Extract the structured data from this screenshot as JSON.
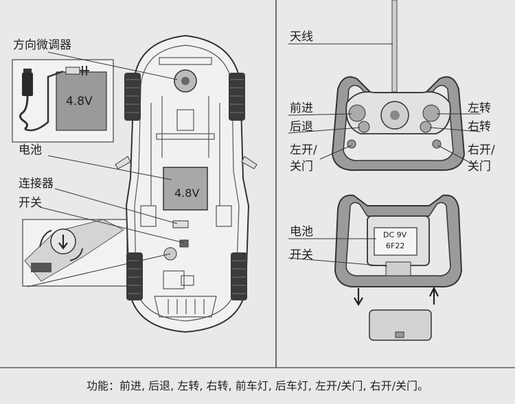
{
  "left_panel": {
    "trim_label": "方向微调器",
    "battery_label": "电池",
    "connector_label": "连接器",
    "switch_label": "开关",
    "charger_battery_text": "4.8V",
    "car_battery_text": "4.8V"
  },
  "right_panel": {
    "antenna_label": "天线",
    "forward_label": "前进",
    "backward_label": "后退",
    "left_door_label_1": "左开/",
    "left_door_label_2": "关门",
    "left_turn_label": "左转",
    "right_turn_label": "右转",
    "right_door_label_1": "右开/",
    "right_door_label_2": "关门",
    "remote_battery_label": "电池",
    "remote_switch_label": "开关",
    "battery_text_1": "DC 9V",
    "battery_text_2": "6F22"
  },
  "footer": {
    "features": "功能：前进, 后退, 左转, 右转, 前车灯, 后车灯, 左开/关门, 右开/关门。"
  },
  "colors": {
    "background": "#e9e9e9",
    "line": "#2a2a2a",
    "fill_gray": "#9a9a9a",
    "fill_light": "#cfcfcf"
  }
}
